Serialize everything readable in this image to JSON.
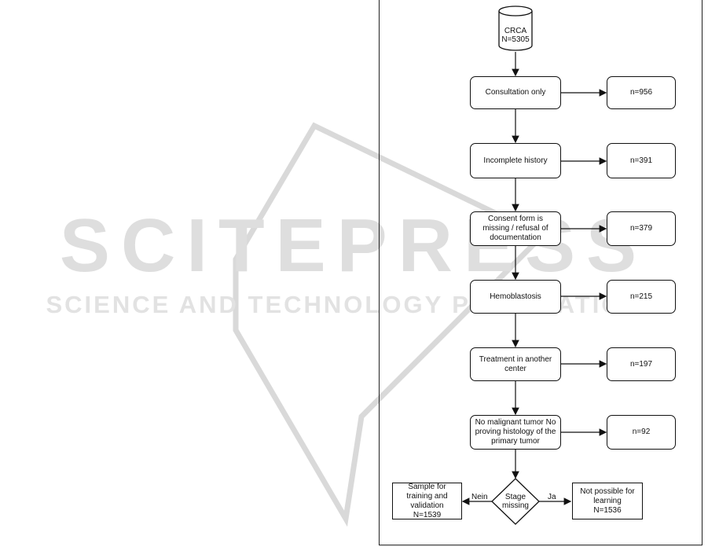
{
  "watermark": {
    "brand": "SCITEPRESS",
    "tagline": "SCIENCE AND TECHNOLOGY PUBLICATIONS"
  },
  "diagram": {
    "start": {
      "label": "CRCA",
      "count": "N=5305"
    },
    "steps": [
      {
        "label": "Consultation only",
        "excluded": "n=956"
      },
      {
        "label": "Incomplete history",
        "excluded": "n=391"
      },
      {
        "label": "Consent form is missing / refusal of documentation",
        "excluded": "n=379"
      },
      {
        "label": "Hemoblastosis",
        "excluded": "n=215"
      },
      {
        "label": "Treatment in another center",
        "excluded": "n=197"
      },
      {
        "label": "No malignant tumor No proving histology of the primary tumor",
        "excluded": "n=92"
      }
    ],
    "decision": {
      "label": "Stage missing",
      "no_label": "Nein",
      "yes_label": "Ja"
    },
    "outcomes": {
      "no": {
        "label": "Sample for training and validation",
        "count": "N=1539"
      },
      "yes": {
        "label": "Not possible for learning",
        "count": "N=1536"
      }
    }
  }
}
